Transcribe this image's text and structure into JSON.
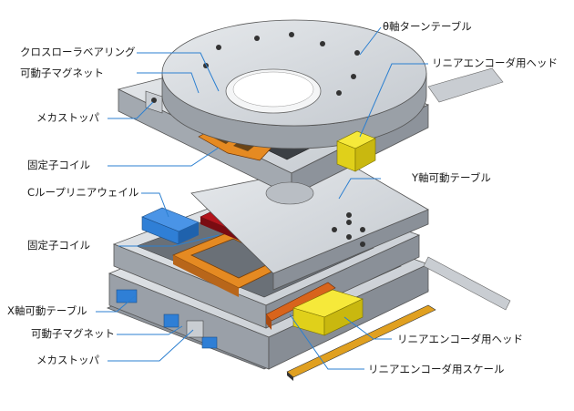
{
  "labels": {
    "theta_table": "θ軸ターンテーブル",
    "cross_roller": "クロスローラベアリング",
    "moving_magnet_top": "可動子マグネット",
    "mech_stopper_top": "メカストッパ",
    "stator_coil_top": "固定子コイル",
    "encoder_head_top": "リニアエンコーダ用ヘッド",
    "y_table": "Y軸可動テーブル",
    "c_loop_guide": "Cループリニアウェイル",
    "stator_coil_mid": "固定子コイル",
    "x_table": "X軸可動テーブル",
    "moving_magnet_bottom": "可動子マグネット",
    "mech_stopper_bottom": "メカストッパ",
    "encoder_head_bottom": "リニアエンコーダ用ヘッド",
    "encoder_scale": "リニアエンコーダ用スケール"
  },
  "colors": {
    "leader_line": "#2b7fd0",
    "metal_light": "#d9dde2",
    "metal_mid": "#b7bcc3",
    "metal_dark": "#7d838b",
    "coil_orange": "#e58a22",
    "magnet_red": "#b3141c",
    "encoder_yellow": "#f2e21c",
    "rail_blue": "#2f7fd6"
  }
}
